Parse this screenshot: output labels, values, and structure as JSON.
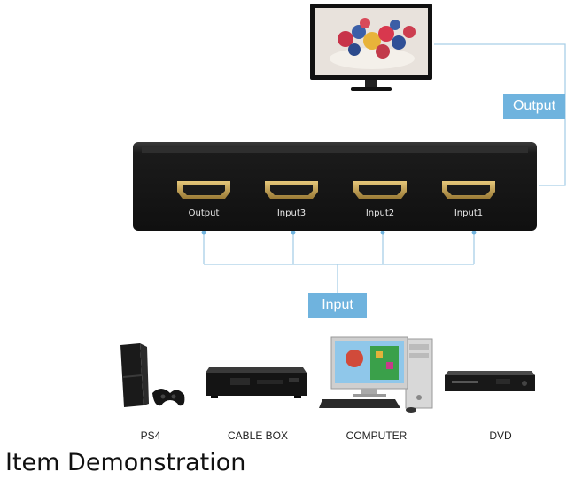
{
  "badges": {
    "output": "Output",
    "input": "Input"
  },
  "switcher": {
    "ports": [
      "Output",
      "Input3",
      "Input2",
      "Input1"
    ]
  },
  "devices": [
    "PS4",
    "CABLE BOX",
    "COMPUTER",
    "DVD"
  ],
  "caption": "Item Demonstration",
  "colors": {
    "accent": "#6fb3de",
    "line": "#a9cfe8",
    "device_body": "#1c1c1c"
  }
}
